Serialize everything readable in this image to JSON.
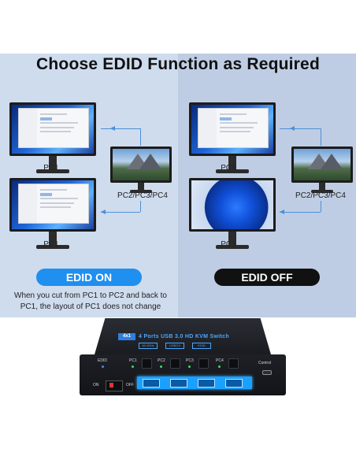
{
  "title": "Choose EDID Function as Required",
  "left": {
    "pc1_top_label": "PC1",
    "pc_group_label": "PC2/PC3/PC4",
    "pc1_bottom_label": "PC1",
    "badge": "EDID ON",
    "description": "When you cut from PC1 to PC2 and back to PC1, the layout of PC1 does not change"
  },
  "right": {
    "pc1_top_label": "PC1",
    "pc_group_label": "PC2/PC3/PC4",
    "pc1_bottom_label": "PC1",
    "badge": "EDID OFF"
  },
  "device": {
    "model_badge": "4x1",
    "model_title": "4 Ports USB 3.0 HD KVM Switch",
    "spec_tags": [
      "4K 60Hz",
      "USB3.0",
      "EDID"
    ],
    "edid_label": "EDID",
    "port_labels": [
      "PC1",
      "PC2",
      "PC3",
      "PC4"
    ],
    "control_label": "Control",
    "switch_on": "ON",
    "switch_off": "OFF"
  },
  "colors": {
    "edid_on": "#1f8ff0",
    "edid_off": "#111111",
    "left_bg": "#cfdcee",
    "right_bg": "#bfcde4"
  }
}
